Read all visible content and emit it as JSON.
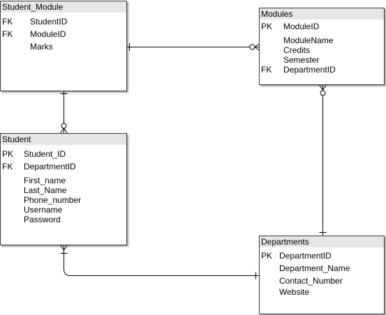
{
  "entities": {
    "student_module": {
      "title": "Student_Module",
      "keyed": [
        {
          "key": "FK",
          "name": "StudentID"
        },
        {
          "key": "FK",
          "name": "ModuleID"
        }
      ],
      "attributes": [
        "Marks"
      ]
    },
    "modules": {
      "title": "Modules",
      "keyed": [
        {
          "key": "PK",
          "name": "ModuleID"
        }
      ],
      "attributes": [
        "ModuleName",
        "Credits",
        "Semester"
      ],
      "trailing_keyed": [
        {
          "key": "FK",
          "name": "DepartmentID"
        }
      ]
    },
    "student": {
      "title": "Student",
      "keyed": [
        {
          "key": "PK",
          "name": "Student_ID"
        },
        {
          "key": "FK",
          "name": "DepartmentID"
        }
      ],
      "attributes": [
        "First_name",
        "Last_Name",
        "Phone_number",
        "Username",
        "Password"
      ]
    },
    "departments": {
      "title": "Departments",
      "keyed": [
        {
          "key": "PK",
          "name": "DepartmentID"
        }
      ],
      "attributes": [
        "Department_Name",
        "Contact_Number",
        "Website"
      ]
    }
  },
  "colors": {
    "header_fill": "#e6e6e6",
    "border": "#3a3a3a",
    "line": "#000000"
  }
}
